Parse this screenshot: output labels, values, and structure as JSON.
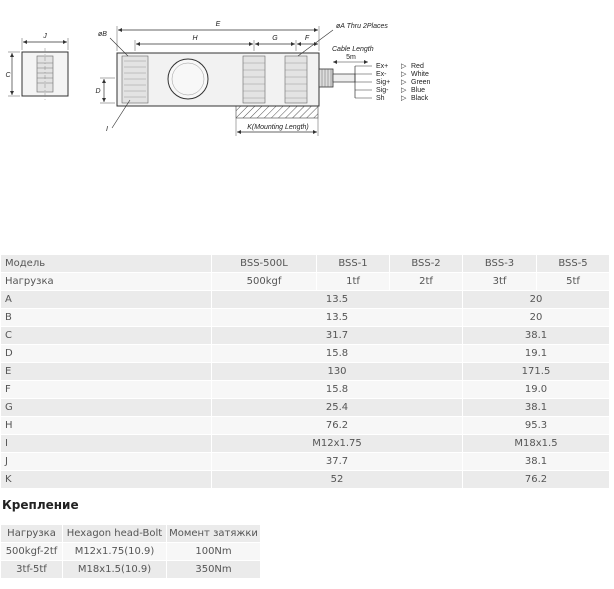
{
  "drawing": {
    "dim_labels": {
      "j": "J",
      "c": "C",
      "b": "øB",
      "d": "D",
      "i": "I",
      "e": "E",
      "h": "H",
      "g": "G",
      "f": "F",
      "a": "øA  Thru 2Places",
      "cable_length": "Cable Length",
      "cable_value": "5m",
      "k": "K(Mounting Length)"
    },
    "wires": [
      {
        "code": "Ex+",
        "arrow": "▷",
        "color": "Red"
      },
      {
        "code": "Ex-",
        "arrow": "▷",
        "color": "White"
      },
      {
        "code": "Sig+",
        "arrow": "▷",
        "color": "Green"
      },
      {
        "code": "Sig-",
        "arrow": "▷",
        "color": "Blue"
      },
      {
        "code": "Sh",
        "arrow": "▷",
        "color": "Black"
      }
    ]
  },
  "spec_table": {
    "header": {
      "label": "Модель",
      "models": [
        "BSS-500L",
        "BSS-1",
        "BSS-2",
        "BSS-3",
        "BSS-5"
      ]
    },
    "load": {
      "label": "Нагрузка",
      "values": [
        "500kgf",
        "1tf",
        "2tf",
        "3tf",
        "5tf"
      ]
    },
    "dims": [
      {
        "label": "A",
        "small": "13.5",
        "large": "20"
      },
      {
        "label": "B",
        "small": "13.5",
        "large": "20"
      },
      {
        "label": "C",
        "small": "31.7",
        "large": "38.1"
      },
      {
        "label": "D",
        "small": "15.8",
        "large": "19.1"
      },
      {
        "label": "E",
        "small": "130",
        "large": "171.5"
      },
      {
        "label": "F",
        "small": "15.8",
        "large": "19.0"
      },
      {
        "label": "G",
        "small": "25.4",
        "large": "38.1"
      },
      {
        "label": "H",
        "small": "76.2",
        "large": "95.3"
      },
      {
        "label": "I",
        "small": "M12x1.75",
        "large": "M18x1.5"
      },
      {
        "label": "J",
        "small": "37.7",
        "large": "38.1"
      },
      {
        "label": "K",
        "small": "52",
        "large": "76.2"
      }
    ]
  },
  "mounting": {
    "title": "Крепление",
    "headers": [
      "Нагрузка",
      "Hexagon head-Bolt",
      "Момент затяжки"
    ],
    "rows": [
      [
        "500kgf-2tf",
        "M12x1.75(10.9)",
        "100Nm"
      ],
      [
        "3tf-5tf",
        "M18x1.5(10.9)",
        "350Nm"
      ]
    ]
  }
}
